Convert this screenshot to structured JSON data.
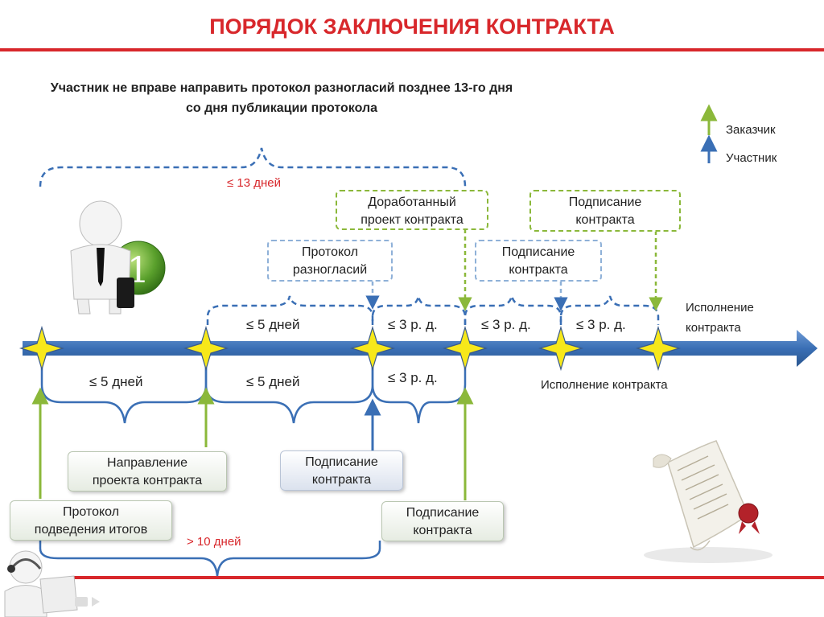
{
  "title": "ПОРЯДОК ЗАКЛЮЧЕНИЯ КОНТРАКТА",
  "note": {
    "line1": "Участник не вправе направить протокол разногласий позднее 13-го дня",
    "line2": "со дня публикации протокола"
  },
  "legend": {
    "customer": "Заказчик",
    "participant": "Участник",
    "customer_color": "#8bb83a",
    "participant_color": "#3a6fb5"
  },
  "top_span": "≤ 13 дней",
  "top_boxes": {
    "revised_draft": [
      "Доработанный",
      "проект контракта"
    ],
    "signing_customer": [
      "Подписание",
      "контракта"
    ],
    "disagreement": [
      "Протокол",
      "разногласий"
    ],
    "signing_participant": [
      "Подписание",
      "контракта"
    ]
  },
  "above_axis": [
    "≤ 5 дней",
    "≤ 3 р. д.",
    "≤ 3 р. д.",
    "≤ 3 р. д."
  ],
  "below_axis": [
    "≤ 5 дней",
    "≤ 5 дней",
    "≤ 3 р. д."
  ],
  "execution_right": [
    "Исполнение",
    "контракта"
  ],
  "execution_below": "Исполнение контракта",
  "bottom_boxes": {
    "direction": [
      "Направление",
      "проекта контракта"
    ],
    "signing_mid": [
      "Подписание",
      "контракта"
    ],
    "protocol": [
      "Протокол",
      "подведения итогов"
    ],
    "signing_right": [
      "Подписание",
      "контракта"
    ]
  },
  "bottom_span": "> 10 дней",
  "colors": {
    "accent_red": "#d8272b",
    "axis_blue": "#3a6fb5",
    "star_yellow": "#f7e81a"
  }
}
